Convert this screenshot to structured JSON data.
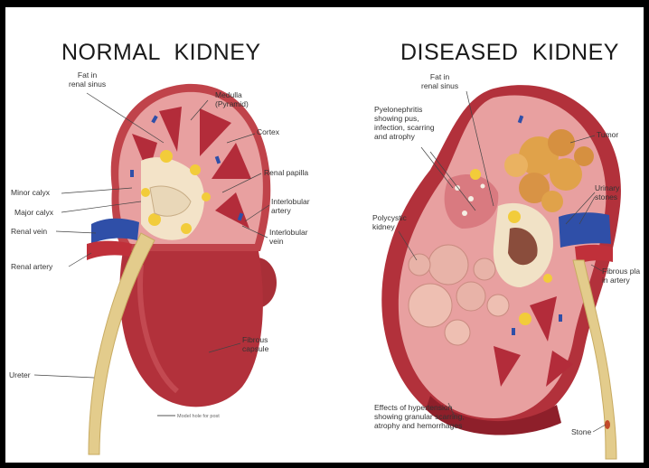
{
  "normal": {
    "title": "NORMAL  KIDNEY",
    "labels": {
      "fat_sinus": "Fat in\nrenal sinus",
      "medulla": "Medulla\n(Pyramid)",
      "cortex": "Cortex",
      "renal_papilla": "Renal papilla",
      "interlobular_artery": "Interlobular\nartery",
      "interlobular_vein": "Interlobular\nvein",
      "minor_calyx": "Minor calyx",
      "major_calyx": "Major calyx",
      "renal_vein": "Renal vein",
      "renal_artery": "Renal artery",
      "ureter": "Ureter",
      "fibrous_capsule": "Fibrous\ncapsule",
      "model_hole": "Model hole for post"
    }
  },
  "diseased": {
    "title": "DISEASED  KIDNEY",
    "labels": {
      "fat_sinus": "Fat in\nrenal sinus",
      "pyelonephritis": "Pyelonephritis\nshowing pus,\ninfection, scarring\nand atrophy",
      "polycystic": "Polycystic\nkidney",
      "tumor": "Tumor",
      "urinary_stones": "Urinary\nstones",
      "fibrous_plaque": "Fibrous pla\nin artery",
      "hypertension": "Effects of hypertension\nshowing granular scarring,\natrophy and hemorrhages",
      "stone": "Stone"
    }
  },
  "colors": {
    "background": "#000000",
    "panel": "#ffffff",
    "kidney_red": "#b8323c",
    "cortex_pink": "#e8a0a0",
    "ureter_tan": "#e3cc8c",
    "vein_blue": "#2f4fa8",
    "fat_yellow": "#f2cc3a"
  }
}
